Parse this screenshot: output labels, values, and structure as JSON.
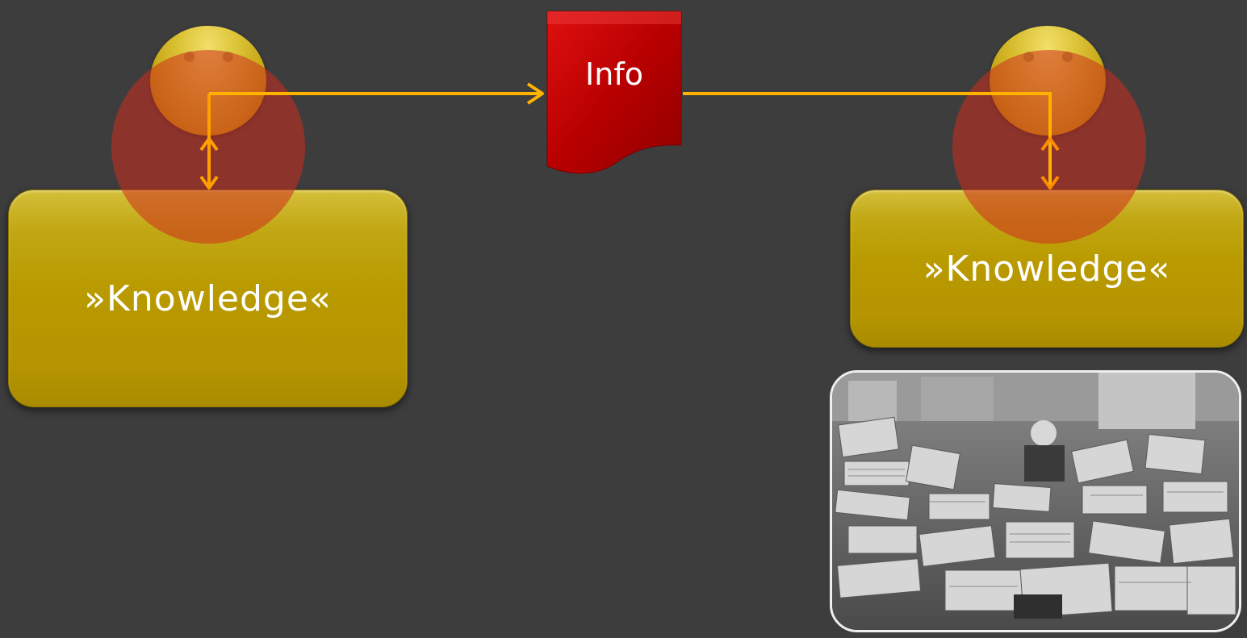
{
  "diagram": {
    "left_box": {
      "label": "»Knowledge«"
    },
    "right_box": {
      "label": "»Knowledge«"
    },
    "document": {
      "label": "Info"
    },
    "photo": {
      "description_icon": "paper-stacks-photo"
    },
    "colors": {
      "background": "#3d3d3d",
      "box_gold": "#b99a00",
      "connector": "#ffb300",
      "document_red": "#c00000",
      "highlight_red": "#cd2d1e",
      "text": "#ffffff"
    },
    "icons": [
      "person-left-icon",
      "person-right-icon",
      "document-icon",
      "arrow-right-icon",
      "double-arrow-icon"
    ]
  }
}
